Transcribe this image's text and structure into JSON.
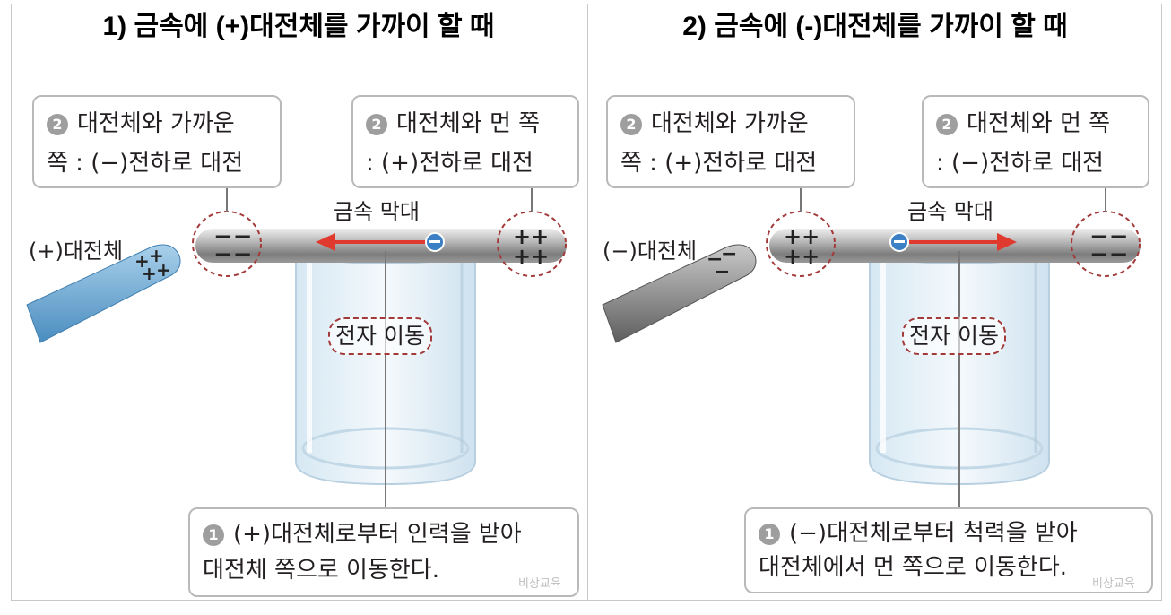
{
  "panels": [
    {
      "title": "1) 금속에 (+)대전체를 가까이 할 때",
      "near_box": {
        "num": "2",
        "line1": "대전체와 가까운",
        "line2": "쪽 : (−)전하로 대전"
      },
      "far_box": {
        "num": "2",
        "line1": "대전체와 먼 쪽",
        "line2": ": (+)전하로 대전"
      },
      "rod_label": "금속 막대",
      "charger_label": "(+)대전체",
      "move_label": "전자 이동",
      "bottom_box": {
        "num": "1",
        "line1": "(+)대전체로부터 인력을 받아",
        "line2": "대전체 쪽으로 이동한다."
      },
      "watermark": "비상교육",
      "near_sign": "−",
      "far_sign": "+",
      "charger_sign": "+",
      "charger_color": "#6fa9d3",
      "arrow_direction": "left"
    },
    {
      "title": "2) 금속에 (-)대전체를 가까이 할 때",
      "near_box": {
        "num": "2",
        "line1": "대전체와 가까운",
        "line2": "쪽 : (+)전하로 대전"
      },
      "far_box": {
        "num": "2",
        "line1": "대전체와 먼 쪽",
        "line2": ": (−)전하로 대전"
      },
      "rod_label": "금속 막대",
      "charger_label": "(−)대전체",
      "move_label": "전자 이동",
      "bottom_box": {
        "num": "1",
        "line1": "(−)대전체로부터 척력을 받아",
        "line2": "대전체에서 먼 쪽으로 이동한다."
      },
      "watermark": "비상교육",
      "near_sign": "+",
      "far_sign": "−",
      "charger_sign": "−",
      "charger_color": "#8a8a8a",
      "arrow_direction": "right"
    }
  ],
  "colors": {
    "arrow": "#e03a2f",
    "dash": "#a33a3a",
    "electron": "#3b7fc4",
    "rod": "#9a9a9a",
    "beaker": "#cfe3ef"
  }
}
